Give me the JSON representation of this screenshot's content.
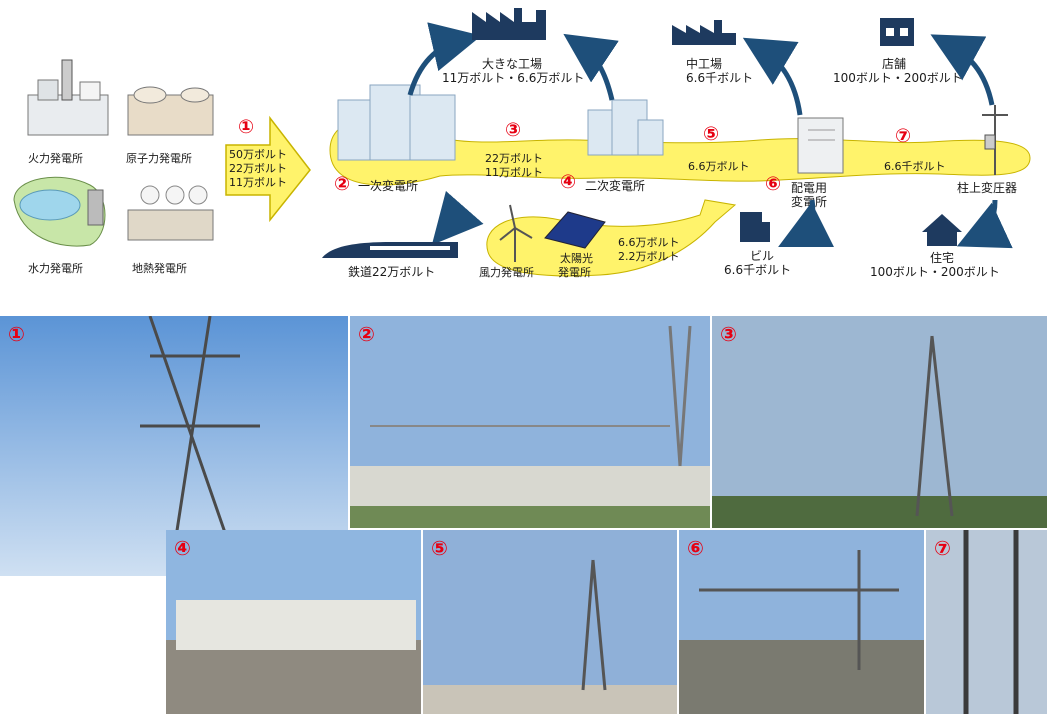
{
  "colors": {
    "flow": "#fff36b",
    "navy": "#1e3a5f",
    "arrow": "#1e4f7a",
    "red": "#e60012"
  },
  "plants": {
    "thermal": "火力発電所",
    "nuclear": "原子力発電所",
    "hydro": "水力発電所",
    "geothermal": "地熱発電所"
  },
  "stage1": {
    "num": "①",
    "v1": "50万ボルト",
    "v2": "22万ボルト",
    "v3": "11万ボルト"
  },
  "stage2": {
    "num": "②",
    "label": "一次変電所"
  },
  "stage3": {
    "num": "③",
    "v1": "22万ボルト",
    "v2": "11万ボルト"
  },
  "stage4": {
    "num": "④",
    "label": "二次変電所"
  },
  "stage5": {
    "num": "⑤",
    "v1": "6.6万ボルト"
  },
  "stage6": {
    "num": "⑥",
    "l1": "配電用",
    "l2": "変電所"
  },
  "stage7": {
    "num": "⑦",
    "v1": "6.6千ボルト",
    "label": "柱上変圧器"
  },
  "consumers": {
    "big_factory": {
      "name": "大きな工場",
      "volt": "11万ボルト・6.6万ボルト"
    },
    "railway": "鉄道22万ボルト",
    "mid_factory": {
      "name": "中工場",
      "volt": "6.6千ボルト"
    },
    "building": {
      "name": "ビル",
      "volt": "6.6千ボルト"
    },
    "shop": {
      "name": "店舗",
      "volt": "100ボルト・200ボルト"
    },
    "house": {
      "name": "住宅",
      "volt": "100ボルト・200ボルト"
    }
  },
  "renewables": {
    "wind": "風力発電所",
    "solar1": "太陽光",
    "solar2": "発電所",
    "v1": "6.6万ボルト",
    "v2": "2.2万ボルト"
  },
  "photos": [
    "①",
    "②",
    "③",
    "④",
    "⑤",
    "⑥",
    "⑦"
  ]
}
